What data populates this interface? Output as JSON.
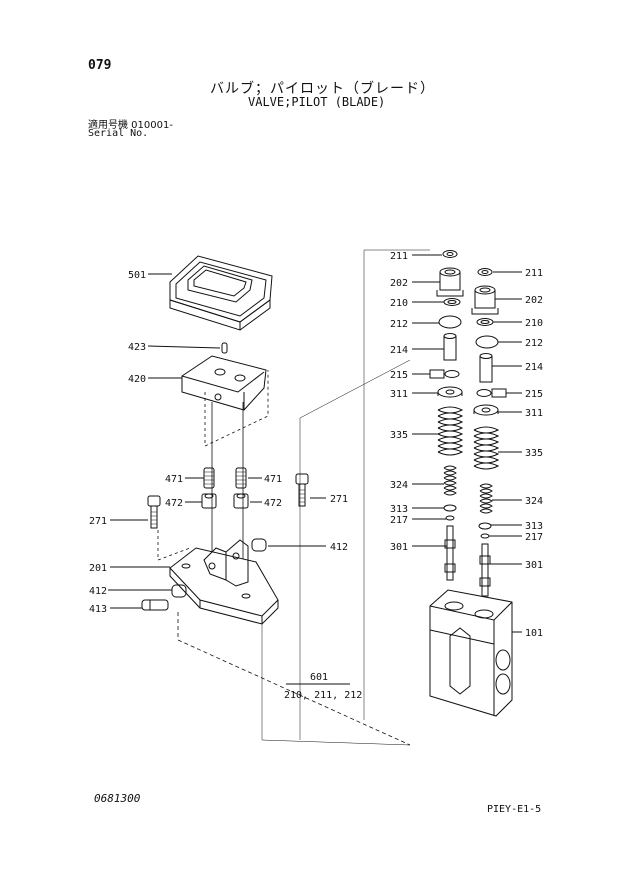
{
  "header": {
    "page_number": "079",
    "title_jp": "バルブ；パイロット（ブレード）",
    "title_en": "VALVE;PILOT (BLADE)",
    "serial_jp": "適用号機 010001-",
    "serial_en": "Serial No."
  },
  "footer": {
    "doc_number": "0681300",
    "page_code": "PIEY-E1-5"
  },
  "labels": {
    "l501": "501",
    "l423": "423",
    "l420": "420",
    "l471a": "471",
    "l471b": "471",
    "l472a": "472",
    "l472b": "472",
    "l271a": "271",
    "l271b": "271",
    "l412a": "412",
    "l412b": "412",
    "l201": "201",
    "l413": "413",
    "l211a": "211",
    "l211b": "211",
    "l202a": "202",
    "l202b": "202",
    "l210a": "210",
    "l210b": "210",
    "l212a": "212",
    "l212b": "212",
    "l214a": "214",
    "l214b": "214",
    "l215a": "215",
    "l215b": "215",
    "l311a": "311",
    "l311b": "311",
    "l335a": "335",
    "l335b": "335",
    "l324a": "324",
    "l324b": "324",
    "l313a": "313",
    "l313b": "313",
    "l217a": "217",
    "l217b": "217",
    "l301a": "301",
    "l301b": "301",
    "l101": "101",
    "l601": "601",
    "kit": "210, 211, 212"
  }
}
